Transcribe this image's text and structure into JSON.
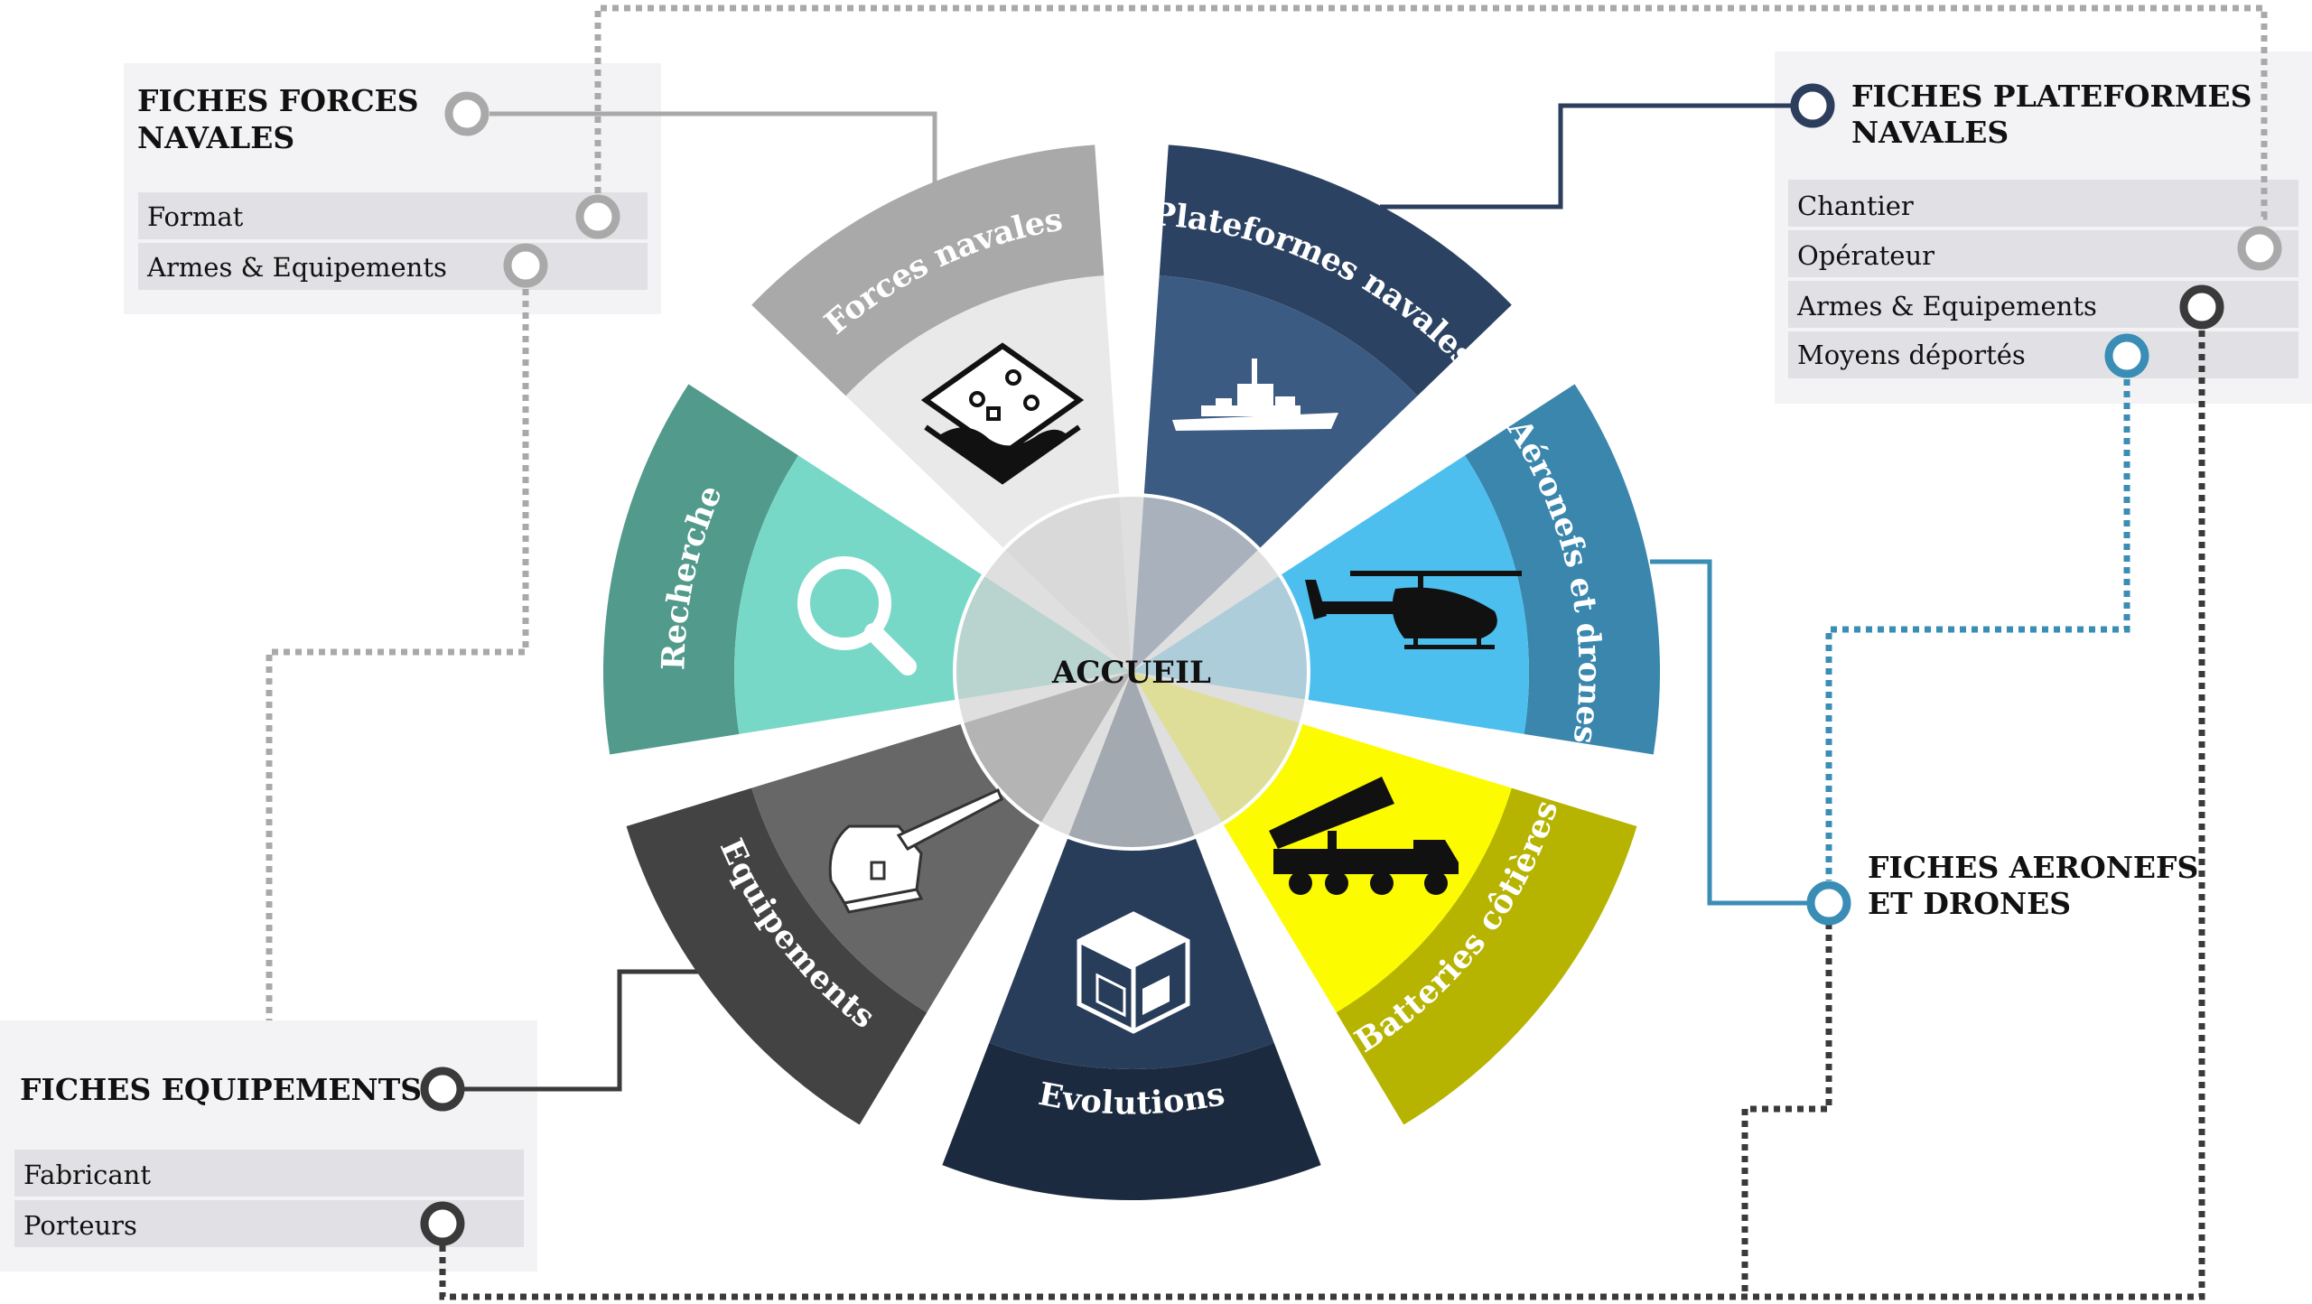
{
  "center": {
    "label": "ACCUEIL"
  },
  "segments": [
    {
      "label": "Forces navales",
      "outer_color": "#a9a9a9",
      "inner_color": "#e9e9e9",
      "icon": "map-layers-icon"
    },
    {
      "label": "Plateformes navales",
      "outer_color": "#2c4262",
      "inner_color": "#3c5b82",
      "icon": "warship-icon"
    },
    {
      "label": "Aéronefs et drones",
      "outer_color": "#3a86ad",
      "inner_color": "#4dbfee",
      "icon": "helicopter-icon"
    },
    {
      "label": "Batteries côtières",
      "outer_color": "#b6b400",
      "inner_color": "#fdfb00",
      "icon": "missile-launcher-icon"
    },
    {
      "label": "Evolutions",
      "outer_color": "#1b2a3e",
      "inner_color": "#283d5a",
      "icon": "cube-logo-icon"
    },
    {
      "label": "Equipements",
      "outer_color": "#434343",
      "inner_color": "#676767",
      "icon": "naval-gun-icon"
    },
    {
      "label": "Recherche",
      "outer_color": "#529a8c",
      "inner_color": "#78d8c7",
      "icon": "search-icon"
    }
  ],
  "panels": {
    "forces": {
      "title": [
        "FICHES FORCES",
        "NAVALES"
      ],
      "rows": [
        "Format",
        "Armes & Equipements"
      ]
    },
    "plateformes": {
      "title": [
        "FICHES PLATEFORMES",
        "NAVALES"
      ],
      "rows": [
        "Chantier",
        "Opérateur",
        "Armes & Equipements",
        "Moyens déportés"
      ]
    },
    "aeronefs": {
      "title": [
        "FICHES AERONEFS",
        "ET DRONES"
      ]
    },
    "equipements": {
      "title": [
        "FICHES EQUIPEMENTS"
      ],
      "rows": [
        "Fabricant",
        "Porteurs"
      ]
    }
  },
  "colors": {
    "light_gray_link": "#a9a9a9",
    "navy_link": "#2c3e5c",
    "blue_link": "#3a8db5",
    "dark_link": "#3a3a3a",
    "panel_bg": "#f3f3f6",
    "row_bg": "#e1e1e5"
  }
}
